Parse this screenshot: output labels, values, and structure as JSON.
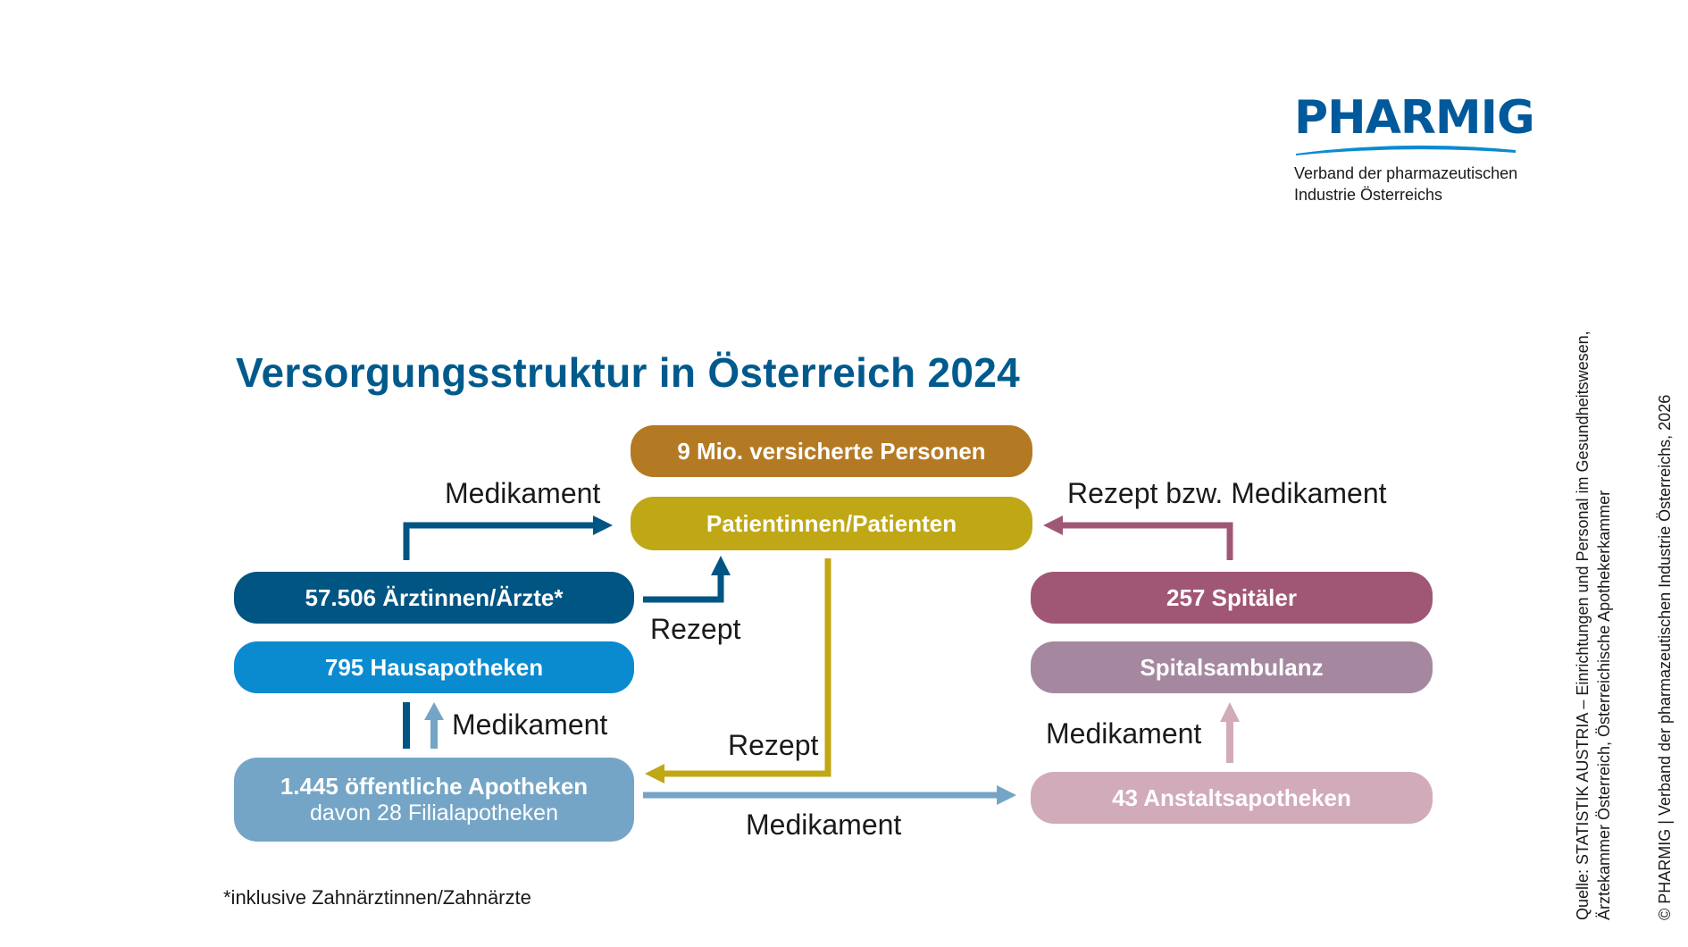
{
  "logo": {
    "wordmark": "PHARMIG",
    "subline_1": "Verband der pharmazeutischen",
    "subline_2": "Industrie Österreichs",
    "color": "#00599a"
  },
  "title": "Versorgungsstruktur in Österreich 2024",
  "boxes": {
    "insured": {
      "label": "9 Mio. versicherte Personen",
      "color": "#b47a23"
    },
    "patients": {
      "label": "Patientinnen/Patienten",
      "color": "#c0a715"
    },
    "doctors": {
      "label": "57.506 Ärztinnen/Ärzte*",
      "color": "#005583"
    },
    "dispensing": {
      "label": "795 Hausapotheken",
      "color": "#0a8bd0"
    },
    "public_pharmacies": {
      "label": "1.445 öffentliche Apotheken",
      "sublabel": "davon 28 Filialapotheken",
      "color": "#74a5c6"
    },
    "hospitals": {
      "label": "257 Spitäler",
      "color": "#a05775"
    },
    "outpatient": {
      "label": "Spitalsambulanz",
      "color": "#a5889f"
    },
    "hospital_pharmacies": {
      "label": "43 Anstaltsapotheken",
      "color": "#d1abba"
    }
  },
  "flows": {
    "doctors_to_patients": "Medikament",
    "prescription_doctors": "Rezept",
    "hospitals_to_patients": "Rezept bzw. Medikament",
    "pharmacy_to_dispensing": "Medikament",
    "patients_to_pharmacy": "Rezept",
    "hospital_pharmacy_to_outpatient": "Medikament",
    "pharmacy_to_hospital_pharmacy": "Medikament"
  },
  "footnote": "*inklusive Zahnärztinnen/Zahnärzte",
  "source": {
    "line_1": "Quelle: STATISTIK AUSTRIA – Einrichtungen und Personal im Gesundheitswesen,",
    "line_2": "Ärztekammer Österreich, Österreichische Apothekerkammer"
  },
  "copyright": "© PHARMIG | Verband der pharmazeutischen Industrie Österreichs, 2026"
}
